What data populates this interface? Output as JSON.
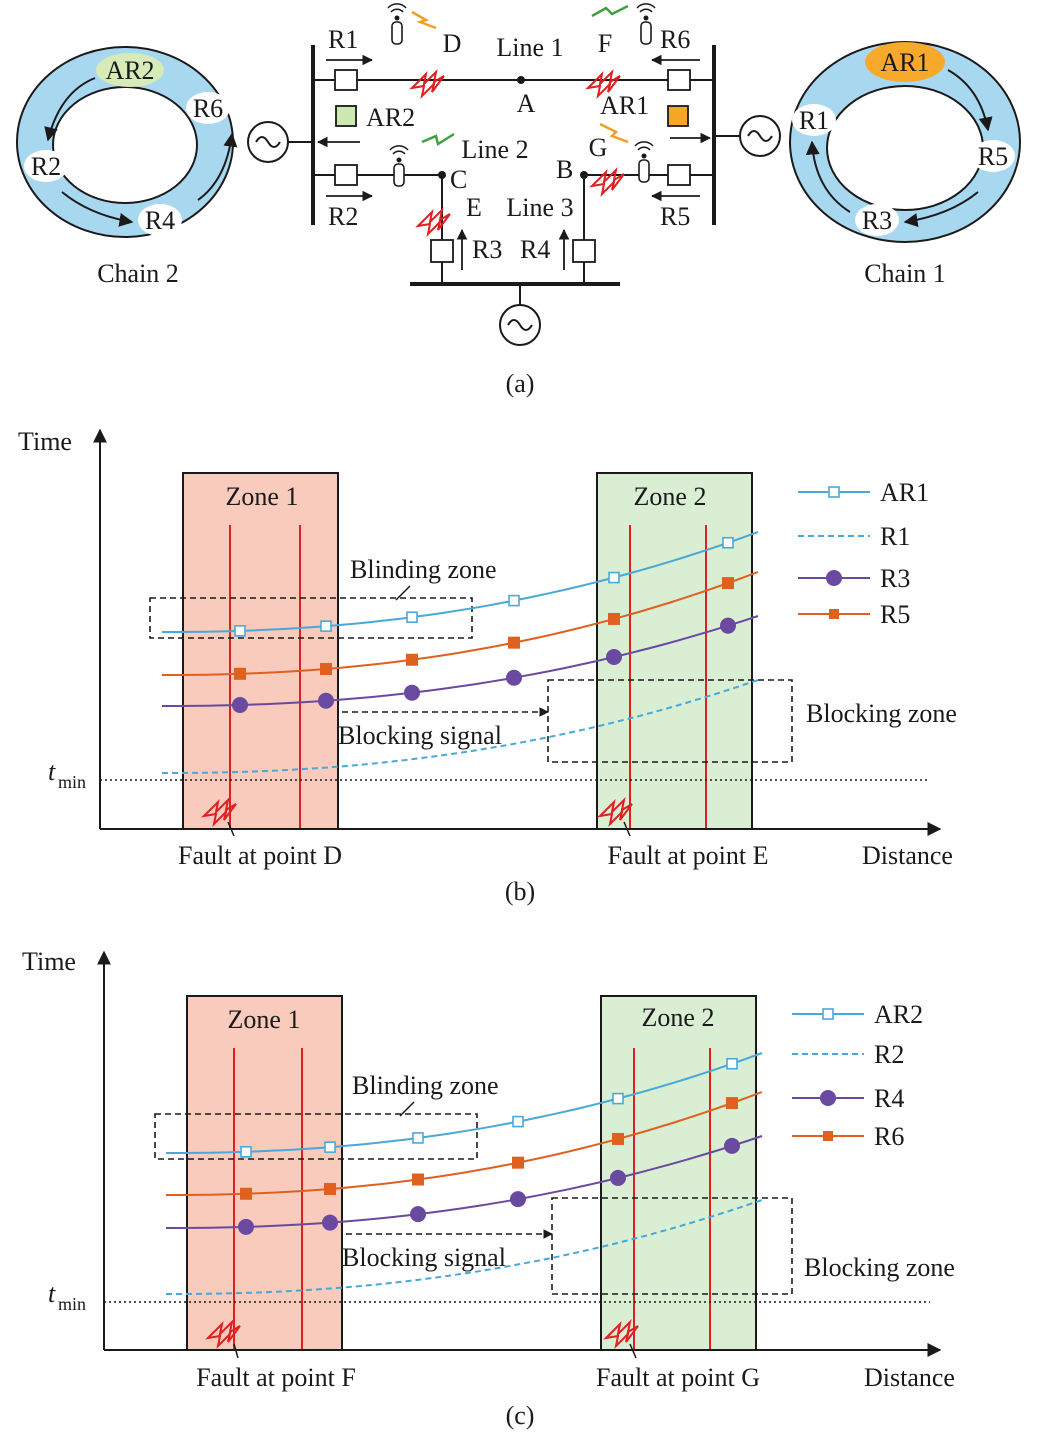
{
  "panel_a": {
    "caption": "(a)",
    "chain_left": {
      "name": "Chain 2",
      "items": [
        "AR2",
        "R6",
        "R4",
        "R2"
      ],
      "highlight_color": "#d7ebb8"
    },
    "chain_right": {
      "name": "Chain 1",
      "items": [
        "AR1",
        "R1",
        "R5",
        "R3"
      ],
      "highlight_color": "#f6a92b"
    },
    "line_labels": [
      "Line 1",
      "Line 2",
      "Line 3"
    ],
    "bus_points": [
      "A",
      "B",
      "C"
    ],
    "fault_points": [
      "D",
      "E",
      "F",
      "G"
    ],
    "relays": [
      "R1",
      "R2",
      "R3",
      "R4",
      "R5",
      "R6"
    ],
    "adaptive_relays": [
      {
        "label": "AR2",
        "color": "#cde8b0"
      },
      {
        "label": "AR1",
        "color": "#f5a623"
      }
    ],
    "ring_color": "#a8d8f0"
  },
  "panel_b": {
    "caption": "(b)",
    "y_axis_label": "Time",
    "x_axis_label": "Distance",
    "tmin_label": "t",
    "tmin_sub": "min",
    "zones": [
      {
        "label": "Zone 1",
        "fault_label": "Fault at point D",
        "color": "#f8cbbd"
      },
      {
        "label": "Zone 2",
        "fault_label": "Fault at point E",
        "color": "#d9eed3"
      }
    ],
    "blinding_label": "Blinding zone",
    "blocking_signal_label": "Blocking signal",
    "blocking_zone_label": "Blocking zone",
    "legend": [
      "AR1",
      "R1",
      "R3",
      "R5"
    ]
  },
  "panel_c": {
    "caption": "(c)",
    "y_axis_label": "Time",
    "x_axis_label": "Distance",
    "tmin_label": "t",
    "tmin_sub": "min",
    "zones": [
      {
        "label": "Zone 1",
        "fault_label": "Fault at point F",
        "color": "#f8cbbd"
      },
      {
        "label": "Zone 2",
        "fault_label": "Fault at point G",
        "color": "#d9eed3"
      }
    ],
    "blinding_label": "Blinding zone",
    "blocking_signal_label": "Blocking signal",
    "blocking_zone_label": "Blocking zone",
    "legend": [
      "AR2",
      "R2",
      "R4",
      "R6"
    ]
  },
  "colors": {
    "ar_curve": "#4aa8d8",
    "backup_dashed": "#4aa8d8",
    "purple_curve": "#6a4aa0",
    "orange_curve": "#e06020",
    "fault_line": "#e02020"
  }
}
